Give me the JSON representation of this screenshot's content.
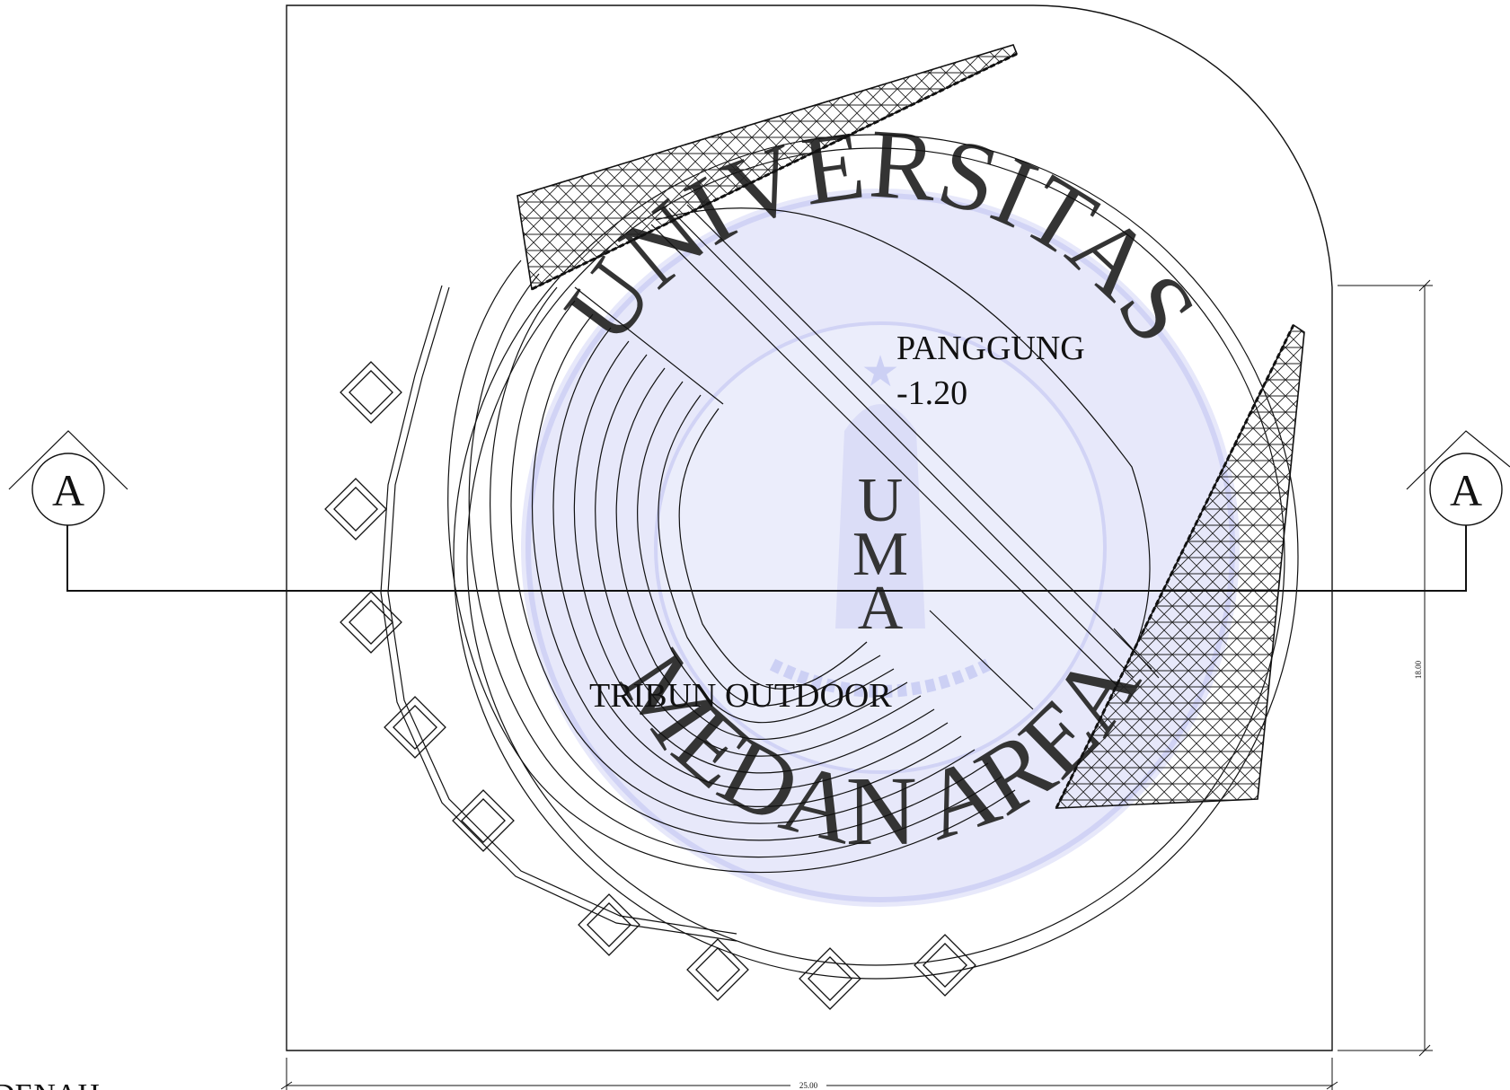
{
  "drawing": {
    "stage_label": "PANGGUNG",
    "stage_level": "-1.20",
    "tribune_label": "TRIBUN OUTDOOR",
    "section_marker_left": "A",
    "section_marker_right": "A",
    "dim_width": "25.00",
    "dim_height": "18.00",
    "title": "DENAH"
  },
  "watermark": {
    "ring_text_top": "UNIVERSITAS",
    "ring_text_bottom": "MEDAN AREA",
    "center_letters": [
      "U",
      "M",
      "A"
    ],
    "color": "#7f86e6"
  },
  "colors": {
    "line": "#111111",
    "background": "#ffffff",
    "watermark": "#dcdef8"
  }
}
